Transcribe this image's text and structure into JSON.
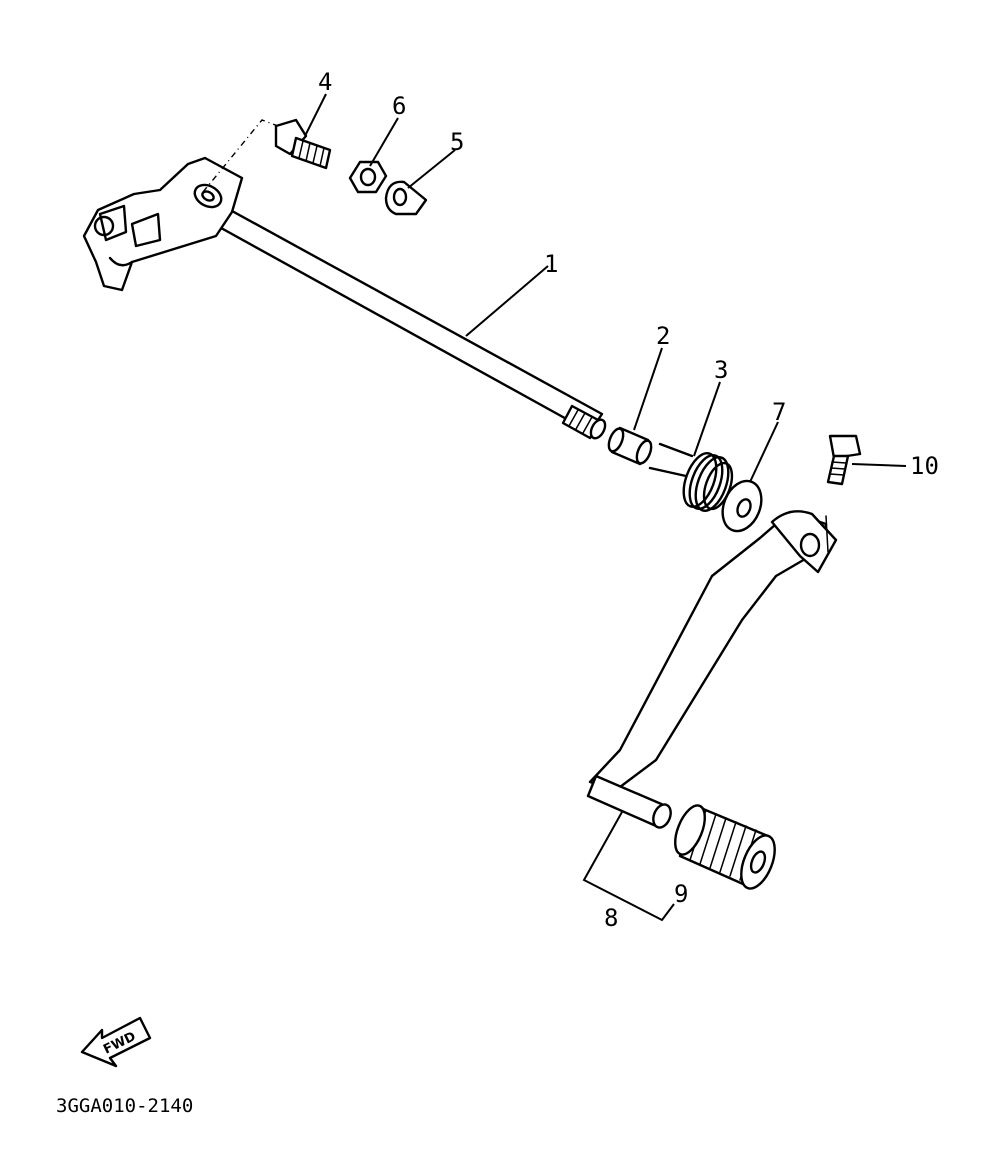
{
  "diagram": {
    "part_labels": {
      "p1": "1",
      "p2": "2",
      "p3": "3",
      "p4": "4",
      "p5": "5",
      "p6": "6",
      "p7": "7",
      "p8": "8",
      "p9": "9",
      "p10": "10"
    },
    "direction_label": "FWD",
    "drawing_code": "3GGA010-2140"
  }
}
